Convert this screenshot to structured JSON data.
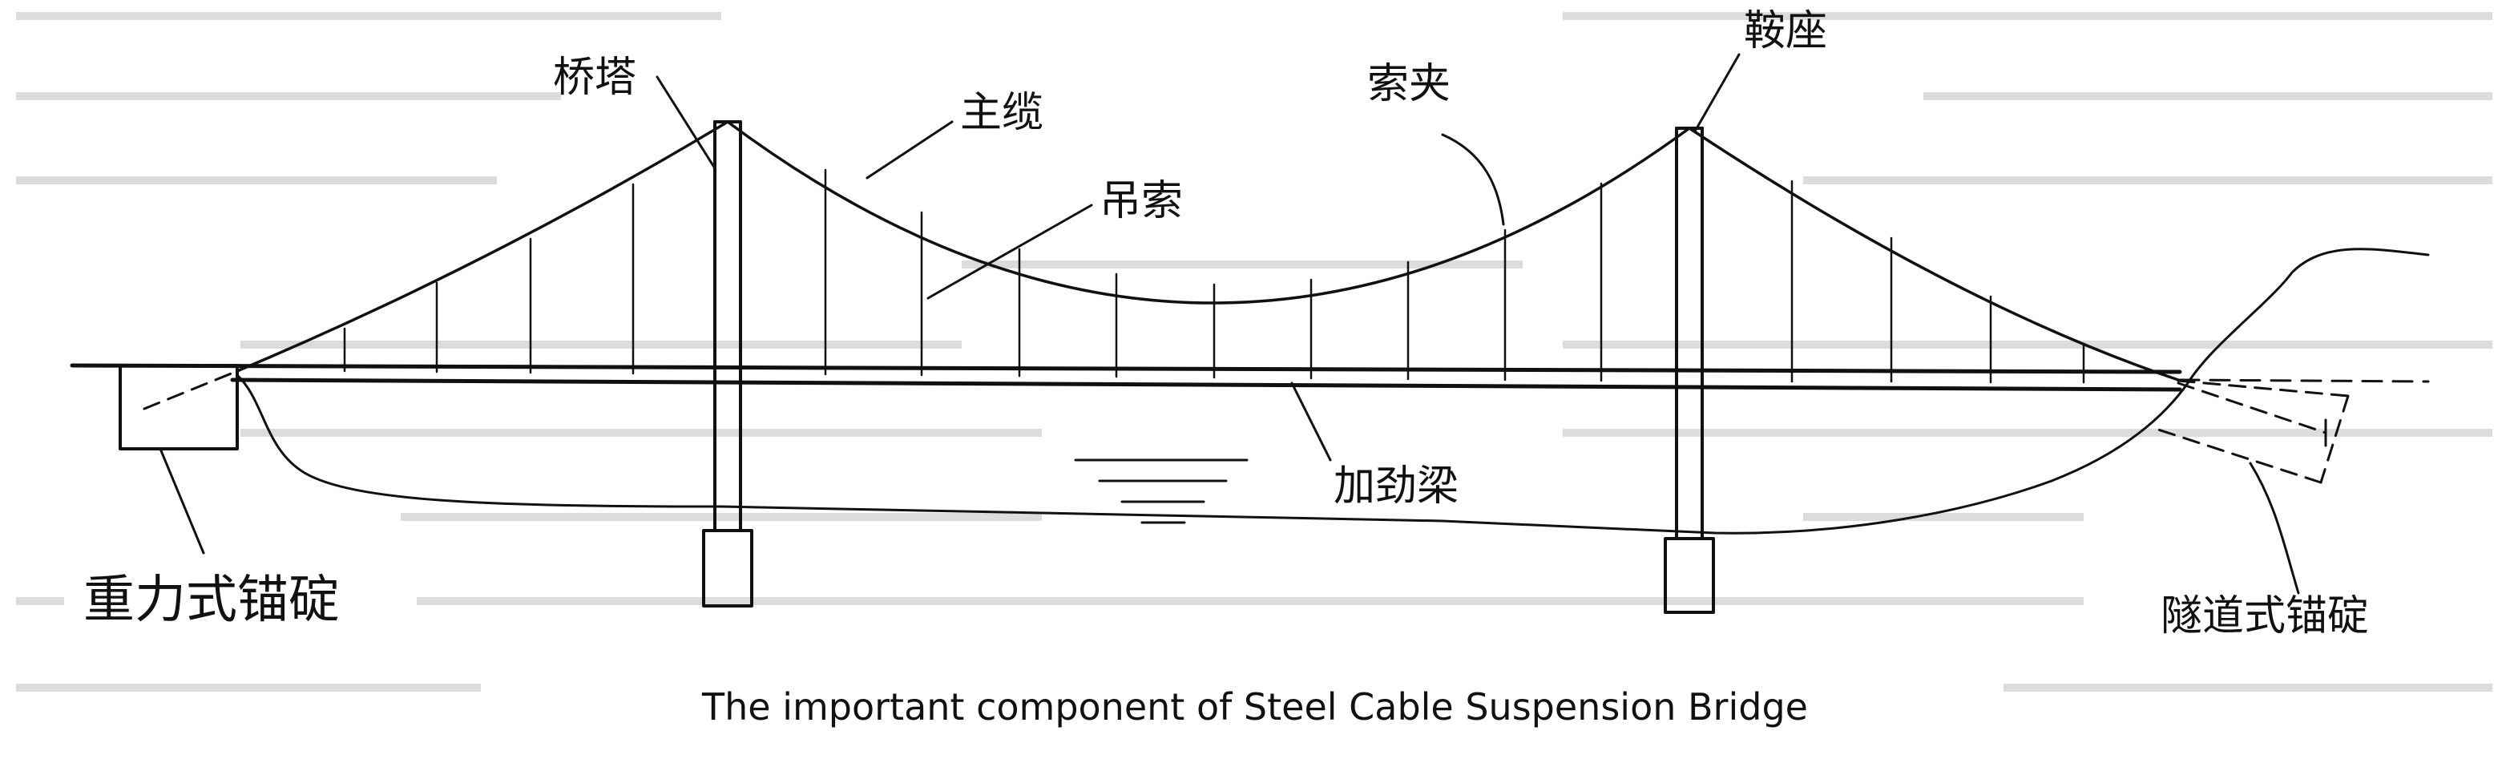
{
  "labels": {
    "tower": "桥塔",
    "main_cable": "主缆",
    "saddle": "鞍座",
    "cable_clamp": "索夹",
    "hanger": "吊索",
    "stiffening_girder": "加劲梁",
    "gravity_anchorage": "重力式锚碇",
    "tunnel_anchorage": "隧道式锚碇"
  },
  "caption": "The important component of Steel Cable Suspension Bridge",
  "colors": {
    "ink": "#111111",
    "ghost": "#dcdcdc",
    "background": "#ffffff"
  }
}
